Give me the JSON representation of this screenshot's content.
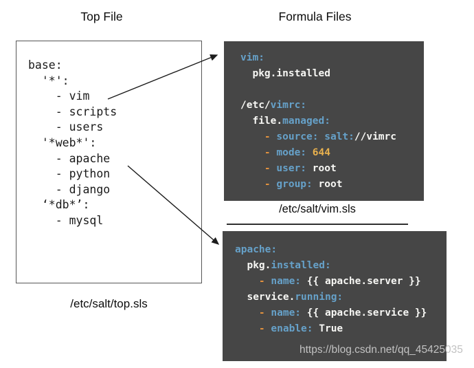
{
  "titles": {
    "left": "Top File",
    "right": "Formula Files"
  },
  "top_file": {
    "caption": "/etc/salt/top.sls",
    "lines": [
      "base:",
      "  '*':",
      "    - vim",
      "    - scripts",
      "    - users",
      "  '*web*':",
      "    - apache",
      "    - python",
      "    - django",
      "  ‘*db*’:",
      "    - mysql"
    ]
  },
  "formula_vim": {
    "caption": "/etc/salt/vim.sls",
    "lines": [
      [
        [
          "blue",
          "vim:"
        ]
      ],
      [
        [
          "white",
          "  pkg.installed"
        ]
      ],
      [],
      [
        [
          "white",
          "/etc/"
        ],
        [
          "blue",
          "vimrc:"
        ]
      ],
      [
        [
          "white",
          "  file."
        ],
        [
          "blue",
          "managed:"
        ]
      ],
      [
        [
          "orange",
          "    - "
        ],
        [
          "blue",
          "source: salt:"
        ],
        [
          "white",
          "//vimrc"
        ]
      ],
      [
        [
          "orange",
          "    - "
        ],
        [
          "blue",
          "mode: "
        ],
        [
          "yellow",
          "644"
        ]
      ],
      [
        [
          "orange",
          "    - "
        ],
        [
          "blue",
          "user: "
        ],
        [
          "white",
          "root"
        ]
      ],
      [
        [
          "orange",
          "    - "
        ],
        [
          "blue",
          "group: "
        ],
        [
          "white",
          "root"
        ]
      ]
    ]
  },
  "formula_apache": {
    "lines": [
      [
        [
          "blue",
          "apache:"
        ]
      ],
      [
        [
          "white",
          "  pkg."
        ],
        [
          "blue",
          "installed:"
        ]
      ],
      [
        [
          "orange",
          "    - "
        ],
        [
          "blue",
          "name: "
        ],
        [
          "white",
          "{{ apache.server }}"
        ]
      ],
      [
        [
          "white",
          "  service."
        ],
        [
          "blue",
          "running:"
        ]
      ],
      [
        [
          "orange",
          "    - "
        ],
        [
          "blue",
          "name: "
        ],
        [
          "white",
          "{{ apache.service }}"
        ]
      ],
      [
        [
          "orange",
          "    - "
        ],
        [
          "blue",
          "enable: "
        ],
        [
          "white",
          "True"
        ]
      ]
    ]
  },
  "watermark": "https://blog.csdn.net/qq_45425035",
  "colors": {
    "code-bg": "#464646",
    "tok-white": "#f7f7f4",
    "tok-blue": "#66a1c9",
    "tok-orange": "#e2913e",
    "tok-yellow": "#e9b14e",
    "arrow": "#1c1c1c",
    "watermark": "#c2c2c2",
    "box-border": "#555555"
  }
}
